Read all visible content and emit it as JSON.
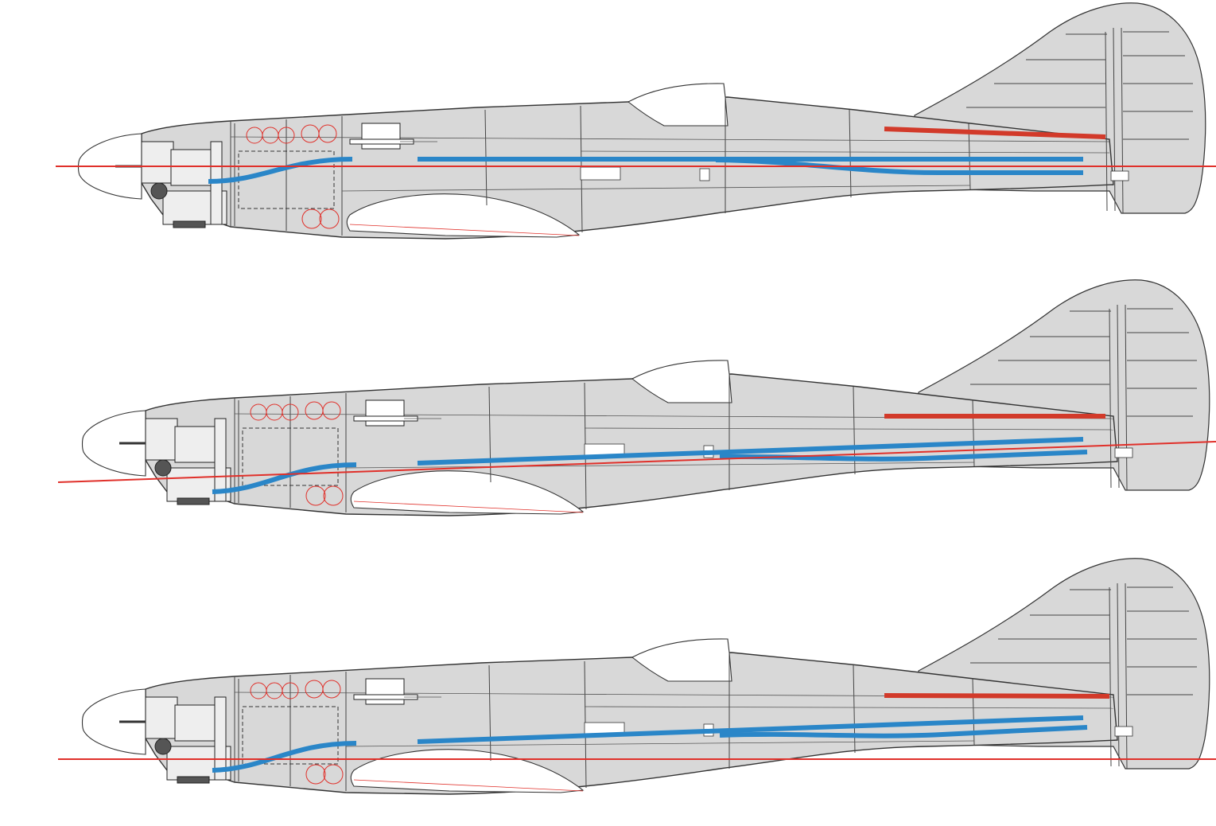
{
  "figure": {
    "variants": [
      {
        "id": "top",
        "thrust_line": "level"
      },
      {
        "id": "middle",
        "thrust_line": "angled"
      },
      {
        "id": "bottom",
        "thrust_line": "level"
      }
    ],
    "colors": {
      "thrust_line": "#e0302a",
      "pushrod_blue": "#2a86c8",
      "pushrod_red": "#d23a2a",
      "fuselage_fill": "#d8d8d8",
      "tank_circles": "#e0302a"
    },
    "elements": [
      "spinner",
      "engine",
      "firewall",
      "fuel-tank",
      "servo",
      "canopy",
      "wing-root",
      "fin",
      "rudder",
      "pushrods",
      "thrust-line",
      "tail-wheel"
    ]
  }
}
